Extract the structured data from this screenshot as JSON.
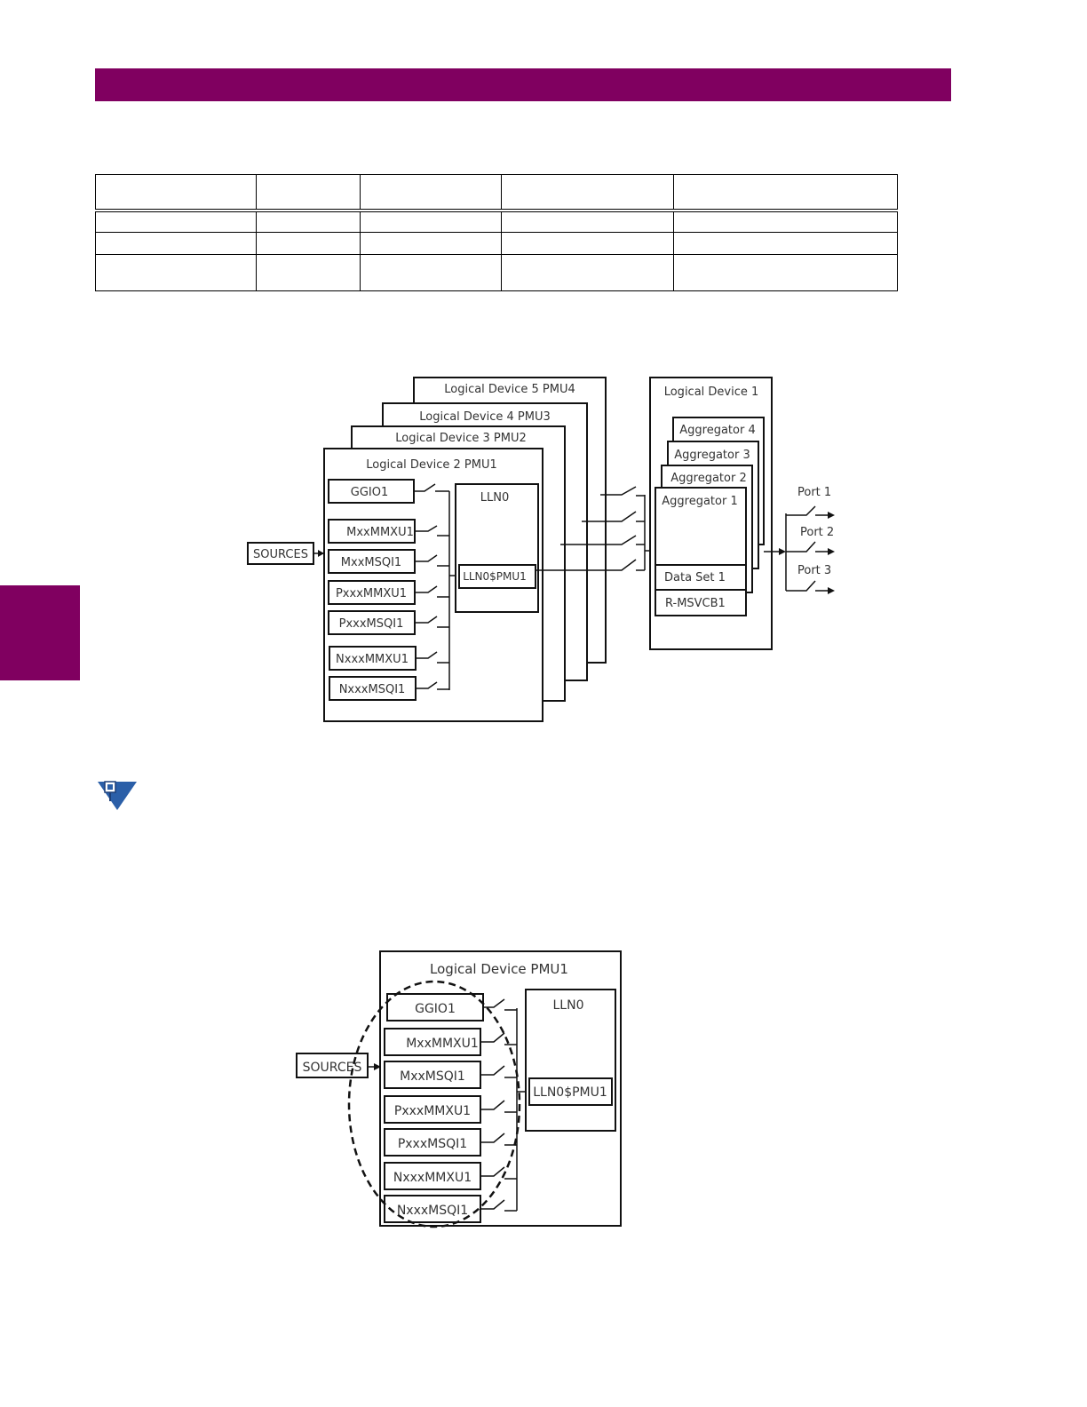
{
  "colors": {
    "accent": "#800060",
    "note_icon": "#2b5fa8"
  },
  "table": {
    "columns": [
      "",
      "",
      "",
      "",
      ""
    ],
    "rows": [
      [
        "",
        "",
        "",
        "",
        ""
      ],
      [
        "",
        "",
        "",
        "",
        ""
      ],
      [
        "",
        "",
        "",
        "",
        ""
      ]
    ]
  },
  "figure1": {
    "sources": "SOURCES",
    "devices": [
      "Logical Device 5 PMU4",
      "Logical Device 4 PMU3",
      "Logical Device 3 PMU2",
      "Logical Device 2 PMU1"
    ],
    "nodes": [
      "GGIO1",
      "MxxMMXU1",
      "MxxMSQI1",
      "PxxxMMXU1",
      "PxxxMSQI1",
      "NxxxMMXU1",
      "NxxxMSQI1"
    ],
    "lln0": "LLN0",
    "lln0_pmu": "LLN0$PMU1",
    "logical_device_1": "Logical Device 1",
    "aggregators": [
      "Aggregator 4",
      "Aggregator 3",
      "Aggregator 2",
      "Aggregator 1"
    ],
    "data_set": "Data Set 1",
    "msvcb": "R-MSVCB1",
    "ports": [
      "Port 1",
      "Port 2",
      "Port 3"
    ]
  },
  "figure2": {
    "title": "Logical Device PMU1",
    "sources": "SOURCES",
    "nodes": [
      "GGIO1",
      "MxxMMXU1",
      "MxxMSQI1",
      "PxxxMMXU1",
      "PxxxMSQI1",
      "NxxxMMXU1",
      "NxxxMSQI1"
    ],
    "lln0": "LLN0",
    "lln0_pmu": "LLN0$PMU1"
  }
}
